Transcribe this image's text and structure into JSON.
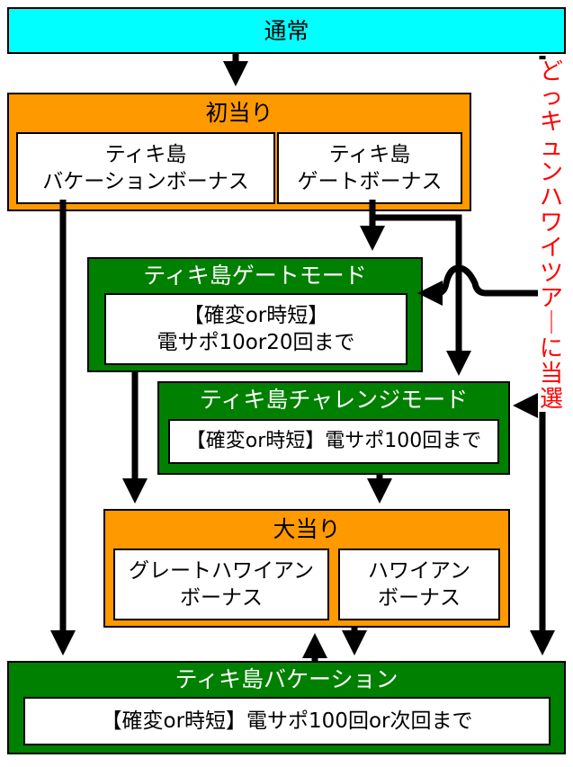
{
  "nodes": {
    "normal": {
      "title": "通常"
    },
    "first_hit": {
      "title": "初当り",
      "vacation_bonus": {
        "line1": "ティキ島",
        "line2": "バケーションボーナス"
      },
      "gate_bonus": {
        "line1": "ティキ島",
        "line2": "ゲートボーナス"
      }
    },
    "gate_mode": {
      "title": "ティキ島ゲートモード",
      "line1": "【確変or時短】",
      "line2": "電サポ10or20回まで"
    },
    "challenge_mode": {
      "title": "ティキ島チャレンジモード",
      "line1": "【確変or時短】電サポ100回まで"
    },
    "big_hit": {
      "title": "大当り",
      "great_bonus": {
        "line1": "グレートハワイアン",
        "line2": "ボーナス"
      },
      "hawaiian_bonus": {
        "line1": "ハワイアン",
        "line2": "ボーナス"
      }
    },
    "vacation": {
      "title": "ティキ島バケーション",
      "line1": "【確変or時短】電サポ100回or次回まで"
    }
  },
  "side_label": "どっキュンハワイツアーに当選",
  "colors": {
    "cyan": "#00ffff",
    "orange": "#ff9900",
    "green": "#008000",
    "red": "#ff0000"
  }
}
